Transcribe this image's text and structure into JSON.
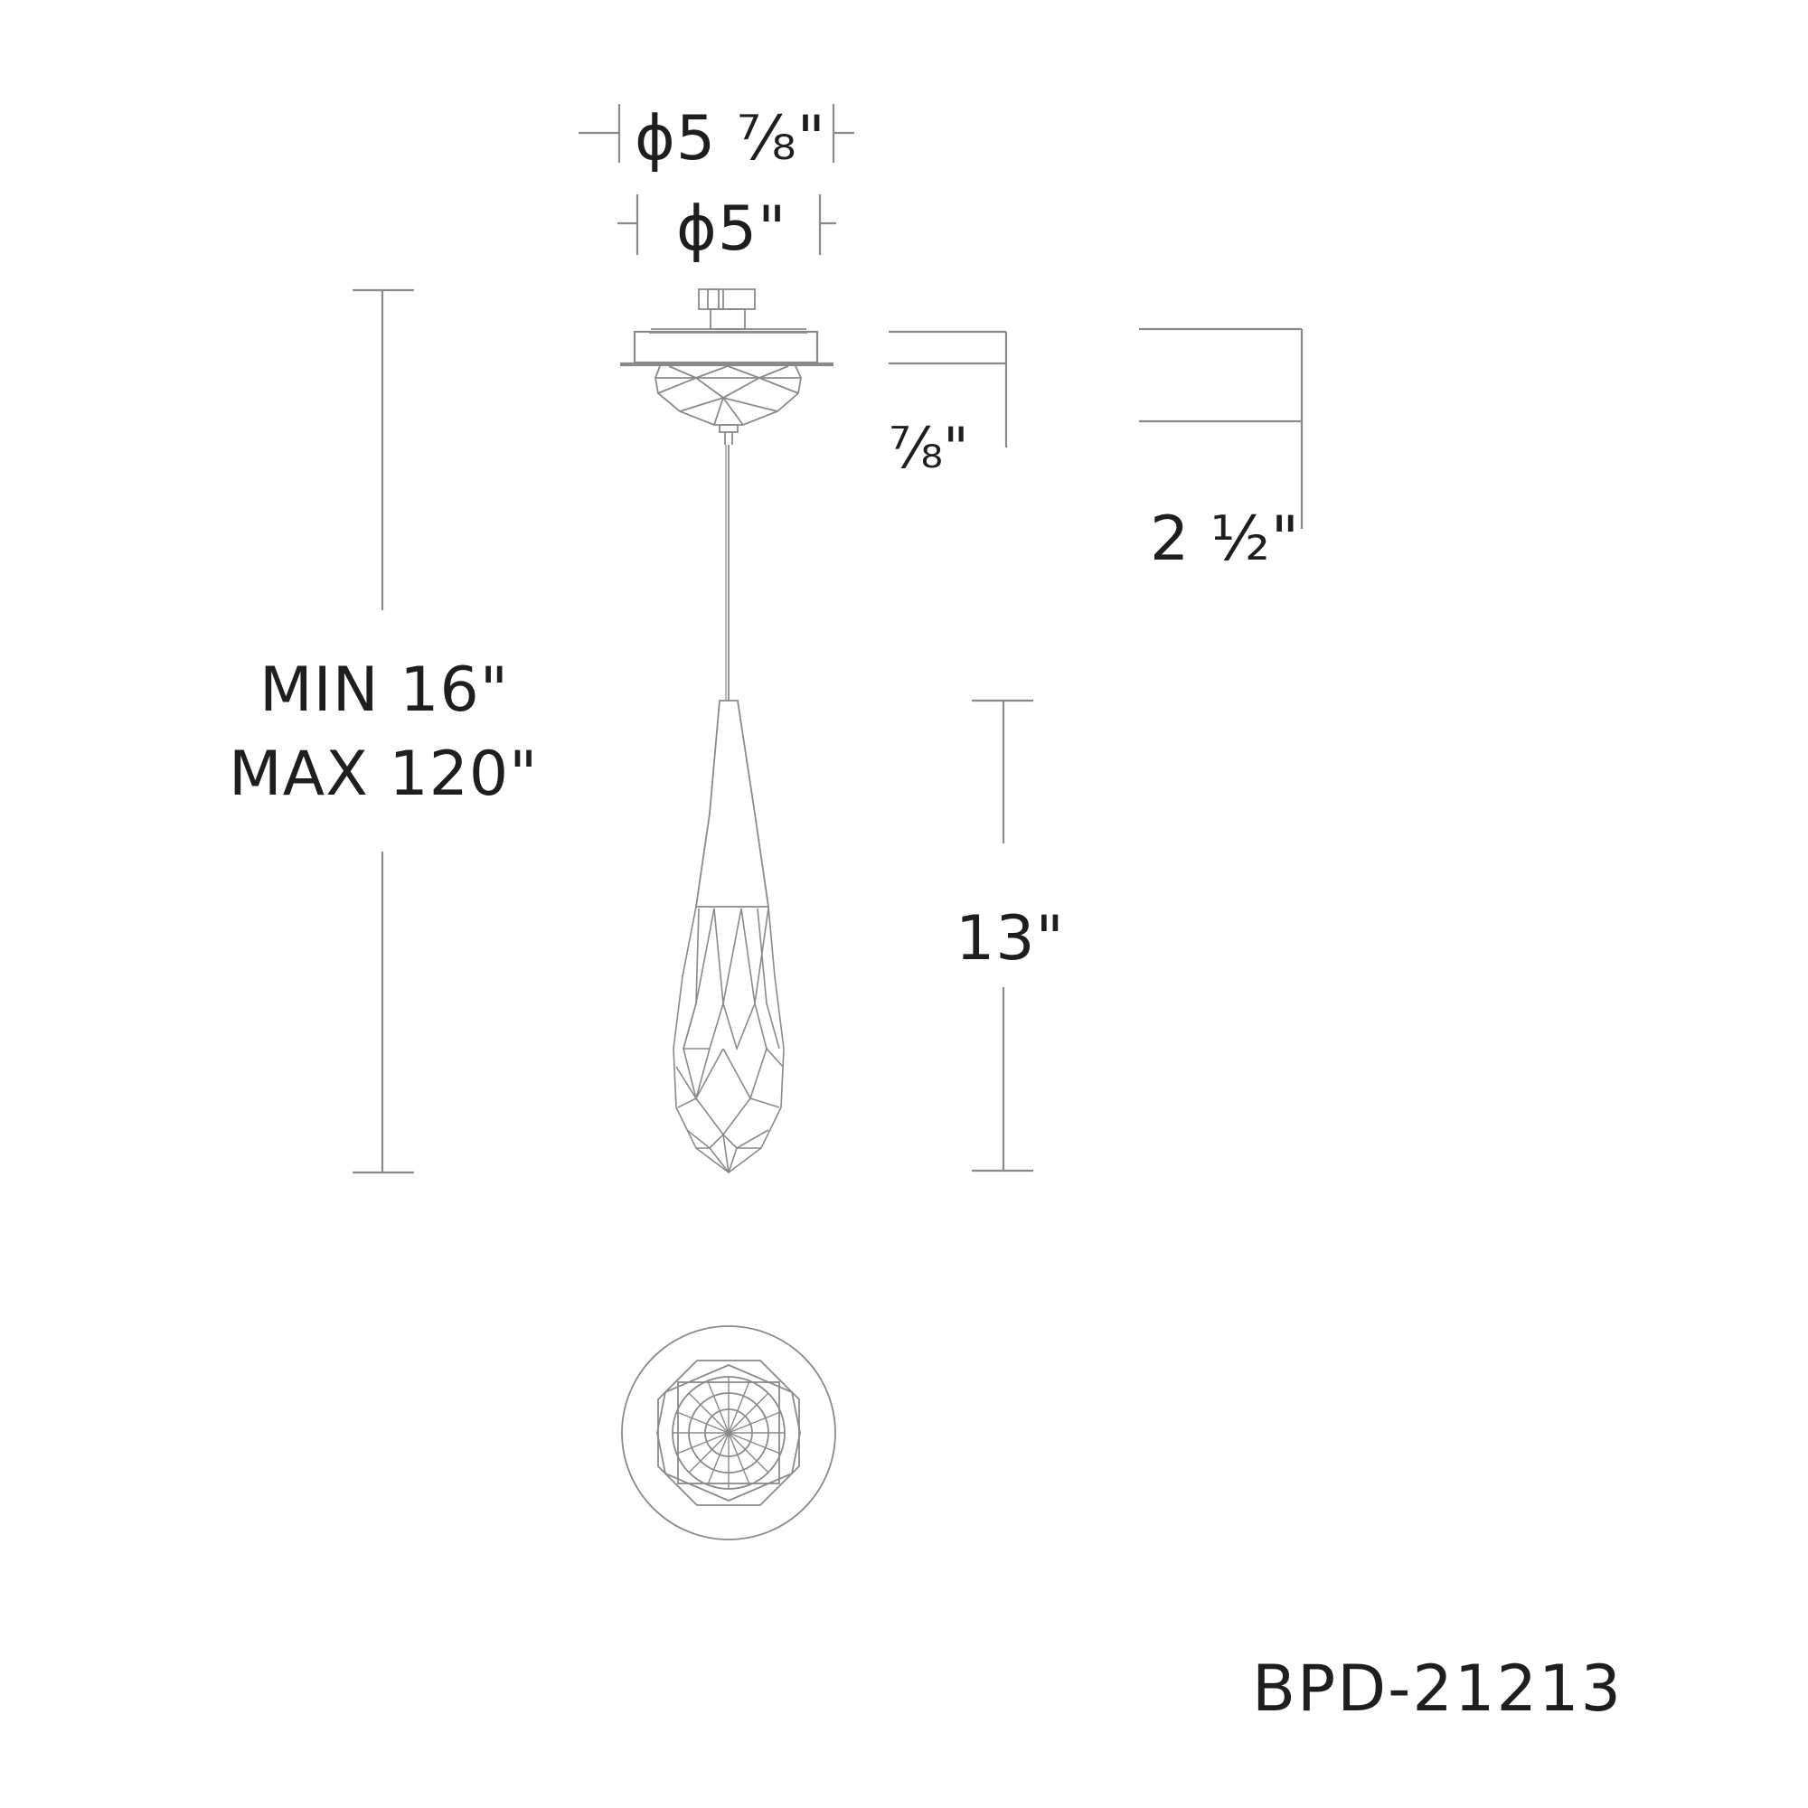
{
  "product": {
    "model_number": "BPD-21213"
  },
  "dimensions": {
    "canopy_outer_diameter": "ϕ5 ⅞\"",
    "canopy_inner_diameter": "ϕ5\"",
    "canopy_plate_height": "⅞\"",
    "canopy_total_height": "2 ½\"",
    "overall_height_min": "MIN 16\"",
    "overall_height_max": "MAX 120\"",
    "shade_height": "13\""
  },
  "views": {
    "elevation": "side-elevation-drawing",
    "plan": "bottom-plan-view-drawing"
  },
  "colors": {
    "line": "#8a8a8a",
    "text": "#1e1e1e",
    "background": "#ffffff"
  }
}
